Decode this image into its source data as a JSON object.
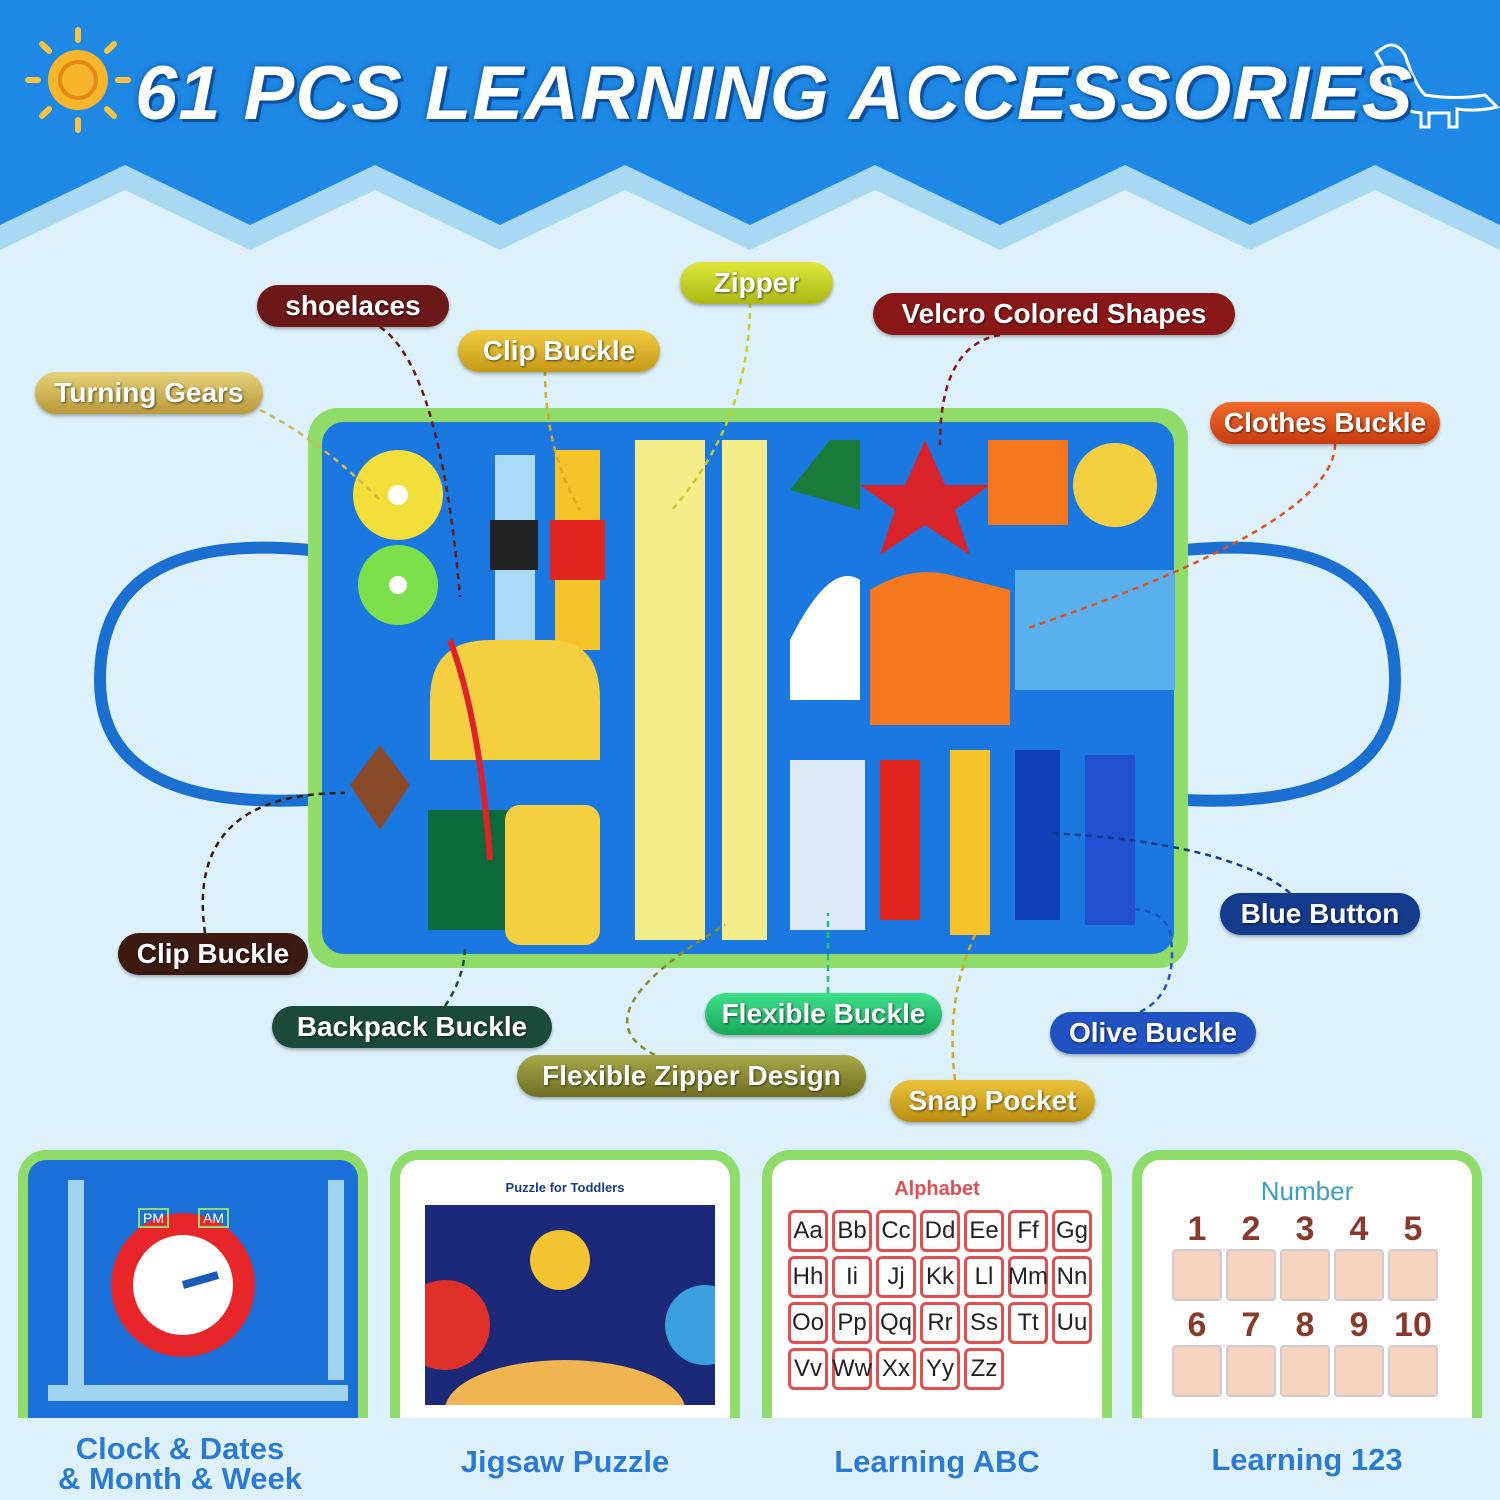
{
  "header": {
    "title": "61 PCS LEARNING ACCESSORIES",
    "icons": [
      "sun-icon",
      "dinosaur-icon"
    ]
  },
  "colors": {
    "header_blue": "#1e88e5",
    "background": "#dcf1fb",
    "felt_blue": "#1a78e0",
    "trim_green": "#8fdc6a",
    "caption_blue": "#2a7ad8"
  },
  "labels": [
    {
      "text": "Turning Gears",
      "color": "#c9ad45"
    },
    {
      "text": "shoelaces",
      "color": "#6b1818"
    },
    {
      "text": "Clip Buckle",
      "color": "#d6ad1e"
    },
    {
      "text": "Zipper",
      "color": "#c3d11f"
    },
    {
      "text": "Velcro Colored Shapes",
      "color": "#8a1717"
    },
    {
      "text": "Clothes Buckle",
      "color": "#e0501c"
    },
    {
      "text": "Blue Button",
      "color": "#143a8c"
    },
    {
      "text": "Clip Buckle",
      "color": "#3b1a10"
    },
    {
      "text": "Backpack Buckle",
      "color": "#1b4a3b"
    },
    {
      "text": "Flexible Buckle",
      "color": "#21c26f"
    },
    {
      "text": "Olive Buckle",
      "color": "#2052c2"
    },
    {
      "text": "Flexible Zipper Design",
      "color": "#8a8a2e"
    },
    {
      "text": "Snap Pocket",
      "color": "#d2a820"
    }
  ],
  "panels": [
    {
      "caption_line1": "Clock & Dates",
      "caption_line2": "& Month & Week",
      "am": "AM",
      "pm": "PM"
    },
    {
      "caption": "Jigsaw Puzzle",
      "title": "Puzzle for Toddlers"
    },
    {
      "caption": "Learning ABC",
      "title": "Alphabet",
      "letters": [
        "Aa",
        "Bb",
        "Cc",
        "Dd",
        "Ee",
        "Ff",
        "Gg",
        "Hh",
        "Ii",
        "Jj",
        "Kk",
        "Ll",
        "Mm",
        "Nn",
        "Oo",
        "Pp",
        "Qq",
        "Rr",
        "Ss",
        "Tt",
        "Uu",
        "Vv",
        "Ww",
        "Xx",
        "Yy",
        "Zz"
      ]
    },
    {
      "caption": "Learning 123",
      "title": "Number",
      "numbers": [
        "1",
        "2",
        "3",
        "4",
        "5",
        "6",
        "7",
        "8",
        "9",
        "10"
      ]
    }
  ]
}
